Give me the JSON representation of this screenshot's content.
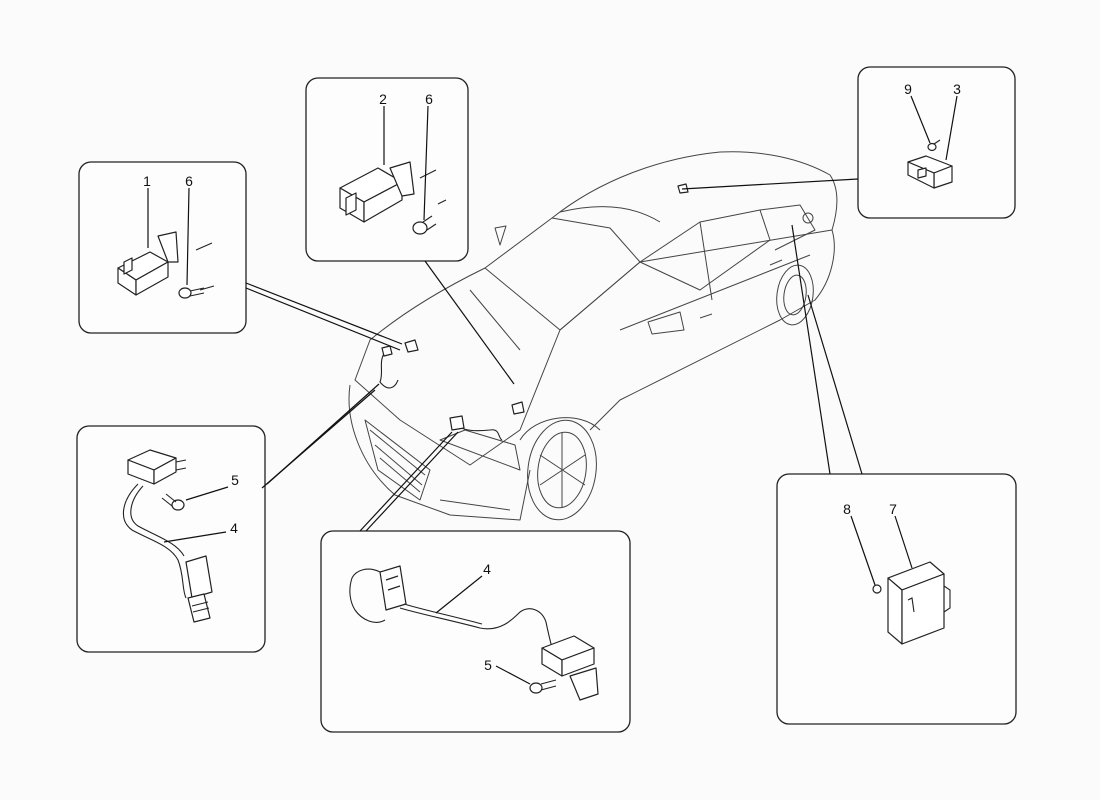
{
  "callouts": {
    "box1_part": "1",
    "box1_screw": "6",
    "box2_part": "2",
    "box2_screw": "6",
    "box3_screw": "9",
    "box3_part": "3",
    "box4_bolt": "5",
    "box4_sensor": "4",
    "box5_sensor": "4",
    "box5_bolt": "5",
    "box6_nut": "8",
    "box6_module": "7"
  }
}
